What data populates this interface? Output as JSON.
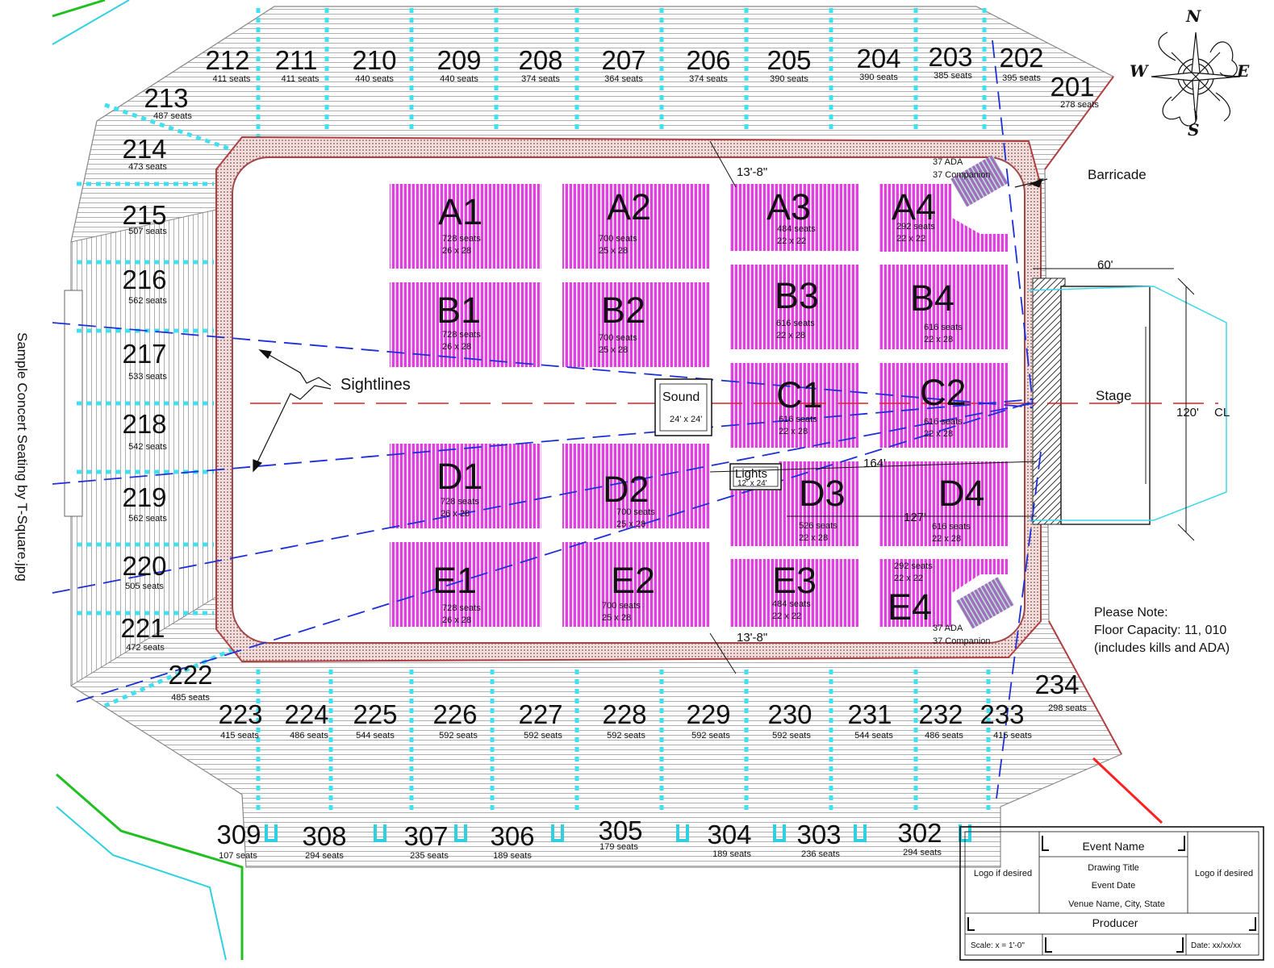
{
  "side_title": "Sample Concert Seating by T-Square.jpg",
  "compass": {
    "n": "N",
    "e": "E",
    "s": "S",
    "w": "W"
  },
  "upper_sections": [
    {
      "num": "212",
      "seats": "411 seats"
    },
    {
      "num": "211",
      "seats": "411 seats"
    },
    {
      "num": "210",
      "seats": "440 seats"
    },
    {
      "num": "209",
      "seats": "440 seats"
    },
    {
      "num": "208",
      "seats": "374 seats"
    },
    {
      "num": "207",
      "seats": "364 seats"
    },
    {
      "num": "206",
      "seats": "374 seats"
    },
    {
      "num": "205",
      "seats": "390 seats"
    },
    {
      "num": "204",
      "seats": "390 seats"
    },
    {
      "num": "203",
      "seats": "385 seats"
    },
    {
      "num": "202",
      "seats": "395 seats"
    },
    {
      "num": "201",
      "seats": "278 seats"
    }
  ],
  "left_sections": [
    {
      "num": "213",
      "seats": "487 seats"
    },
    {
      "num": "214",
      "seats": "473 seats"
    },
    {
      "num": "215",
      "seats": "507 seats"
    },
    {
      "num": "216",
      "seats": "562 seats"
    },
    {
      "num": "217",
      "seats": "533 seats"
    },
    {
      "num": "218",
      "seats": "542 seats"
    },
    {
      "num": "219",
      "seats": "562 seats"
    },
    {
      "num": "220",
      "seats": "505 seats"
    },
    {
      "num": "221",
      "seats": "472 seats"
    },
    {
      "num": "222",
      "seats": "485 seats"
    }
  ],
  "lower_sections": [
    {
      "num": "223",
      "seats": "415 seats"
    },
    {
      "num": "224",
      "seats": "486 seats"
    },
    {
      "num": "225",
      "seats": "544 seats"
    },
    {
      "num": "226",
      "seats": "592 seats"
    },
    {
      "num": "227",
      "seats": "592 seats"
    },
    {
      "num": "228",
      "seats": "592 seats"
    },
    {
      "num": "229",
      "seats": "592 seats"
    },
    {
      "num": "230",
      "seats": "592 seats"
    },
    {
      "num": "231",
      "seats": "544 seats"
    },
    {
      "num": "232",
      "seats": "486 seats"
    },
    {
      "num": "233",
      "seats": "415 seats"
    },
    {
      "num": "234",
      "seats": "298 seats"
    }
  ],
  "level3_sections": [
    {
      "num": "309",
      "seats": "107 seats"
    },
    {
      "num": "308",
      "seats": "294 seats"
    },
    {
      "num": "307",
      "seats": "235 seats"
    },
    {
      "num": "306",
      "seats": "189 seats"
    },
    {
      "num": "305",
      "seats": "179 seats"
    },
    {
      "num": "304",
      "seats": "189 seats"
    },
    {
      "num": "303",
      "seats": "236 seats"
    },
    {
      "num": "302",
      "seats": "294 seats"
    }
  ],
  "floor_blocks": [
    {
      "name": "A1",
      "seats": "728 seats",
      "dims": "26 x 28"
    },
    {
      "name": "A2",
      "seats": "700 seats",
      "dims": "25 x 28"
    },
    {
      "name": "A3",
      "seats": "484 seats",
      "dims": "22 x 22"
    },
    {
      "name": "A4",
      "seats": "292 seats",
      "dims": "22 x 22"
    },
    {
      "name": "B1",
      "seats": "728 seats",
      "dims": "26 x 28"
    },
    {
      "name": "B2",
      "seats": "700 seats",
      "dims": "25 x 28"
    },
    {
      "name": "B3",
      "seats": "616 seats",
      "dims": "22 x 28"
    },
    {
      "name": "B4",
      "seats": "616 seats",
      "dims": "22 x 28"
    },
    {
      "name": "C1",
      "seats": "616 seats",
      "dims": "22 x 28"
    },
    {
      "name": "C2",
      "seats": "616 seats",
      "dims": "22 x 28"
    },
    {
      "name": "D1",
      "seats": "728 seats",
      "dims": "26 x 28"
    },
    {
      "name": "D2",
      "seats": "700 seats",
      "dims": "25 x 28"
    },
    {
      "name": "D3",
      "seats": "526 seats",
      "dims": "22 x 28"
    },
    {
      "name": "D4",
      "seats": "616 seats",
      "dims": "22 x 28"
    },
    {
      "name": "E1",
      "seats": "728 seats",
      "dims": "26 x 28"
    },
    {
      "name": "E2",
      "seats": "700 seats",
      "dims": "25 x 28"
    },
    {
      "name": "E3",
      "seats": "484 seats",
      "dims": "22 x 22"
    },
    {
      "name": "E4",
      "seats": "292 seats",
      "dims": "22 x 22"
    }
  ],
  "ada_top": {
    "line1": "37 ADA",
    "line2": "37 Companion"
  },
  "ada_bottom": {
    "line1": "37 ADA",
    "line2": "37 Companion"
  },
  "labels": {
    "barricade": "Barricade",
    "sightlines": "Sightlines",
    "sound": "Sound",
    "sound_dims": "24' x 24'",
    "lights": "Lights",
    "lights_dims": "12' x 24'",
    "stage": "Stage",
    "dim_top": "13'-8\"",
    "dim_bottom": "13'-8\"",
    "dim_60": "60'",
    "dim_120": "120'",
    "dim_164": "164'",
    "dim_127": "127'",
    "centerline": "CL"
  },
  "note": {
    "line1": "Please Note:",
    "line2": "Floor Capacity: 11, 010",
    "line3": "(includes kills and ADA)"
  },
  "title_block": {
    "logo_left": "Logo if desired",
    "logo_right": "Logo if desired",
    "event_name": "Event Name",
    "drawing_title": "Drawing Title",
    "event_date": "Event Date",
    "venue": "Venue Name, City, State",
    "producer": "Producer",
    "scale": "Scale: x = 1'-0\"",
    "date": "Date: xx/xx/xx"
  },
  "colors": {
    "floor_seats": "#e040e0",
    "aisle_lines": "#40e0f0",
    "sightlines": "#1c2fd8",
    "centerline": "#e02020",
    "barrier": "#c04040"
  }
}
